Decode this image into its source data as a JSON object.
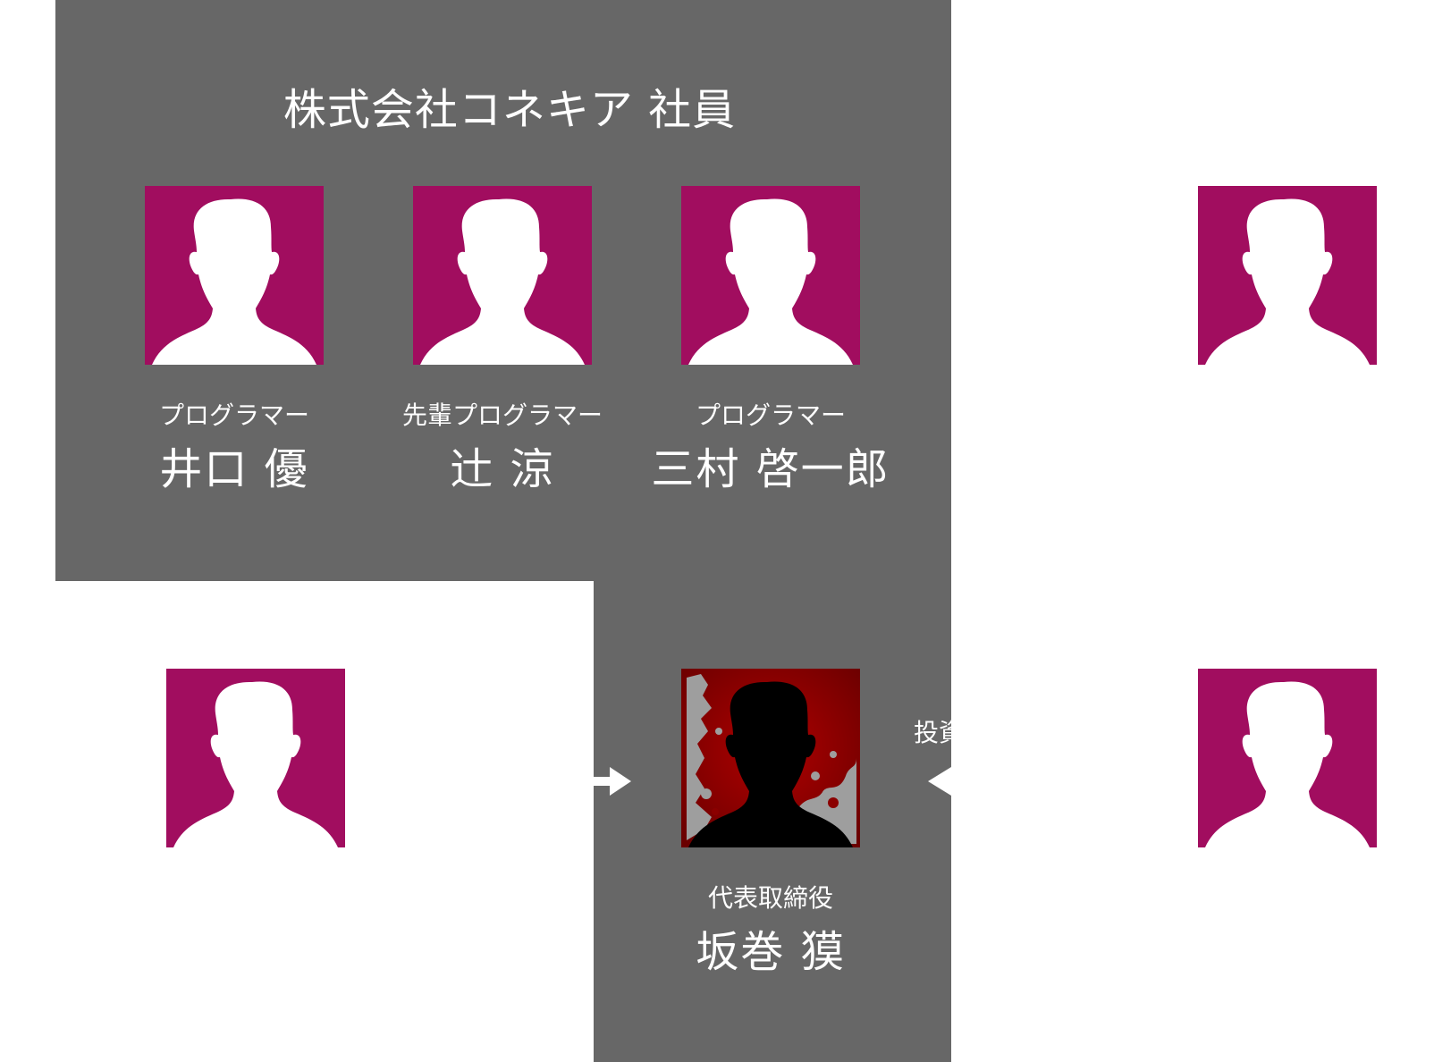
{
  "company": {
    "title": "株式会社コネキア 社員"
  },
  "employees": [
    {
      "role": "プログラマー",
      "name": "井口 優"
    },
    {
      "role": "先輩プログラマー",
      "name": "辻 涼"
    },
    {
      "role": "プログラマー",
      "name": "三村 啓一郎"
    }
  ],
  "president": {
    "role": "代表取締役",
    "name": "坂巻 獏"
  },
  "edge_labels": {
    "right_link": "投資"
  },
  "colors": {
    "panel": "#676767",
    "avatar_bg": "#a10d5f",
    "president_bg": "#8b0000",
    "text": "#ffffff"
  },
  "icons": {
    "person": "person-silhouette-icon",
    "president": "person-silhouette-blood-icon"
  }
}
